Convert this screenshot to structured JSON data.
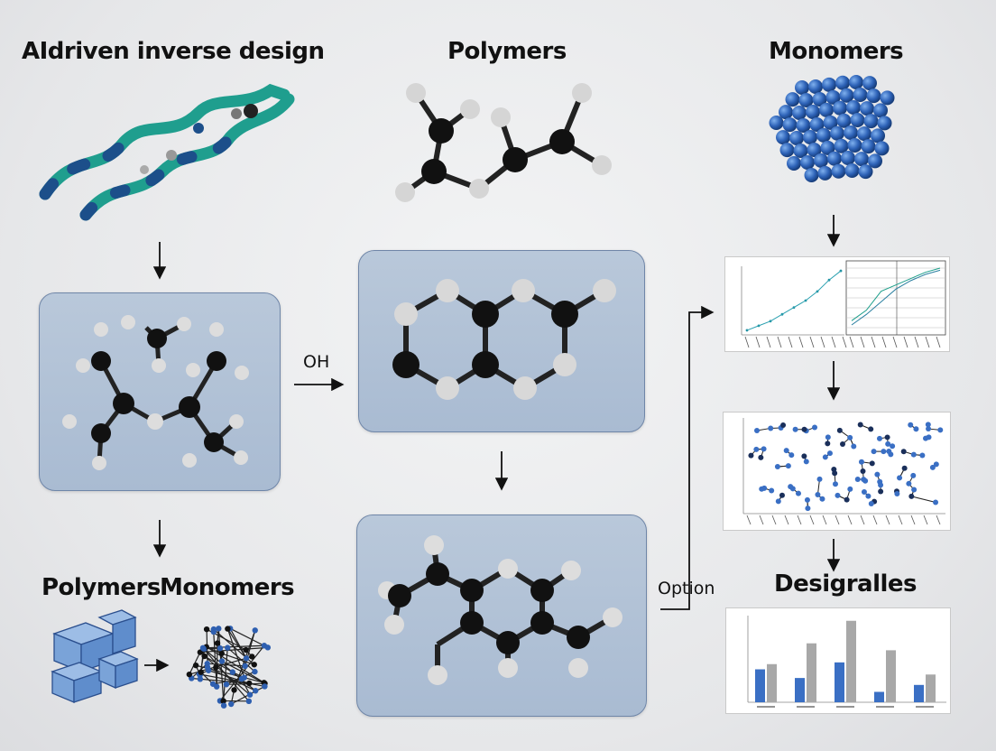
{
  "titles": {
    "top_left": "AIdriven inverse design",
    "top_center": "Polymers",
    "top_right": "Monomers",
    "bottom_left_a": "Polymers",
    "bottom_left_b": "Monomers",
    "bottom_right": "Desigralles"
  },
  "labels": {
    "oh": "OH",
    "option": "Option"
  },
  "colors": {
    "teal": "#1f9e8e",
    "navy": "#1c4f8a",
    "blue": "#3a6fc4",
    "gray": "#a8a8a8",
    "panel": "#b3c3d8"
  },
  "chart_data": [
    {
      "type": "line",
      "title": "",
      "series": [
        {
          "values": [
            2,
            4,
            6,
            9,
            12,
            15,
            19,
            24,
            28
          ]
        }
      ]
    },
    {
      "type": "line",
      "title": "",
      "series": [
        {
          "values": [
            3,
            8,
            14,
            20,
            24,
            27,
            29
          ]
        },
        {
          "values": [
            5,
            10,
            19,
            22,
            25,
            28,
            30
          ]
        }
      ]
    },
    {
      "type": "bar",
      "title": "",
      "categories": [
        "",
        "",
        "",
        "",
        ""
      ],
      "series": [
        {
          "values": [
            95,
            70,
            115,
            30,
            50
          ]
        },
        {
          "values": [
            110,
            170,
            235,
            150,
            80
          ]
        }
      ]
    }
  ]
}
